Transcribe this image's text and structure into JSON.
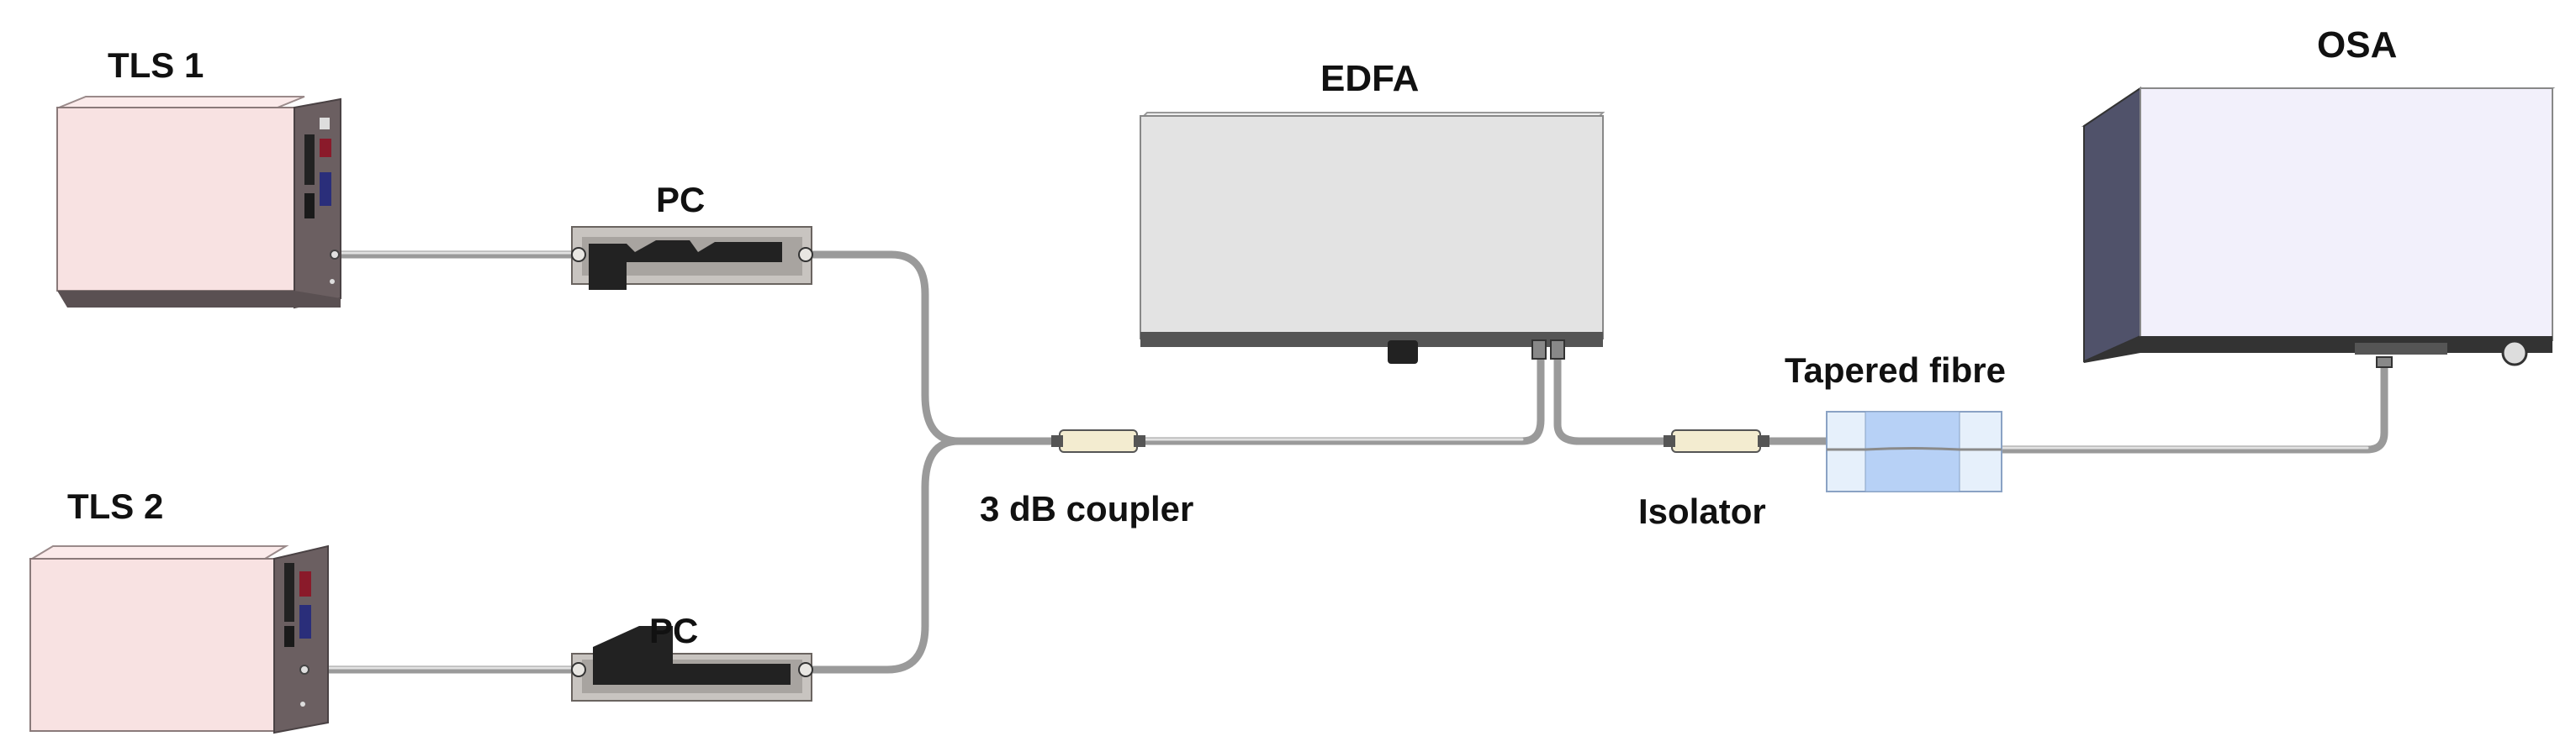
{
  "labels": {
    "tls1": "TLS 1",
    "tls2": "TLS 2",
    "pc_top": "PC",
    "pc_bottom": "PC",
    "edfa": "EDFA",
    "osa": "OSA",
    "coupler": "3 dB coupler",
    "isolator": "Isolator",
    "tapered_fibre": "Tapered fibre"
  },
  "colors": {
    "tls_body": "#f8e2e2",
    "tls_side": "#6b5f61",
    "edfa_body": "#e3e3e3",
    "osa_body": "#f2f0fb",
    "osa_side": "#50526a",
    "fibre": "#9a9a9a",
    "tapered_region": "#b7d1f6"
  }
}
